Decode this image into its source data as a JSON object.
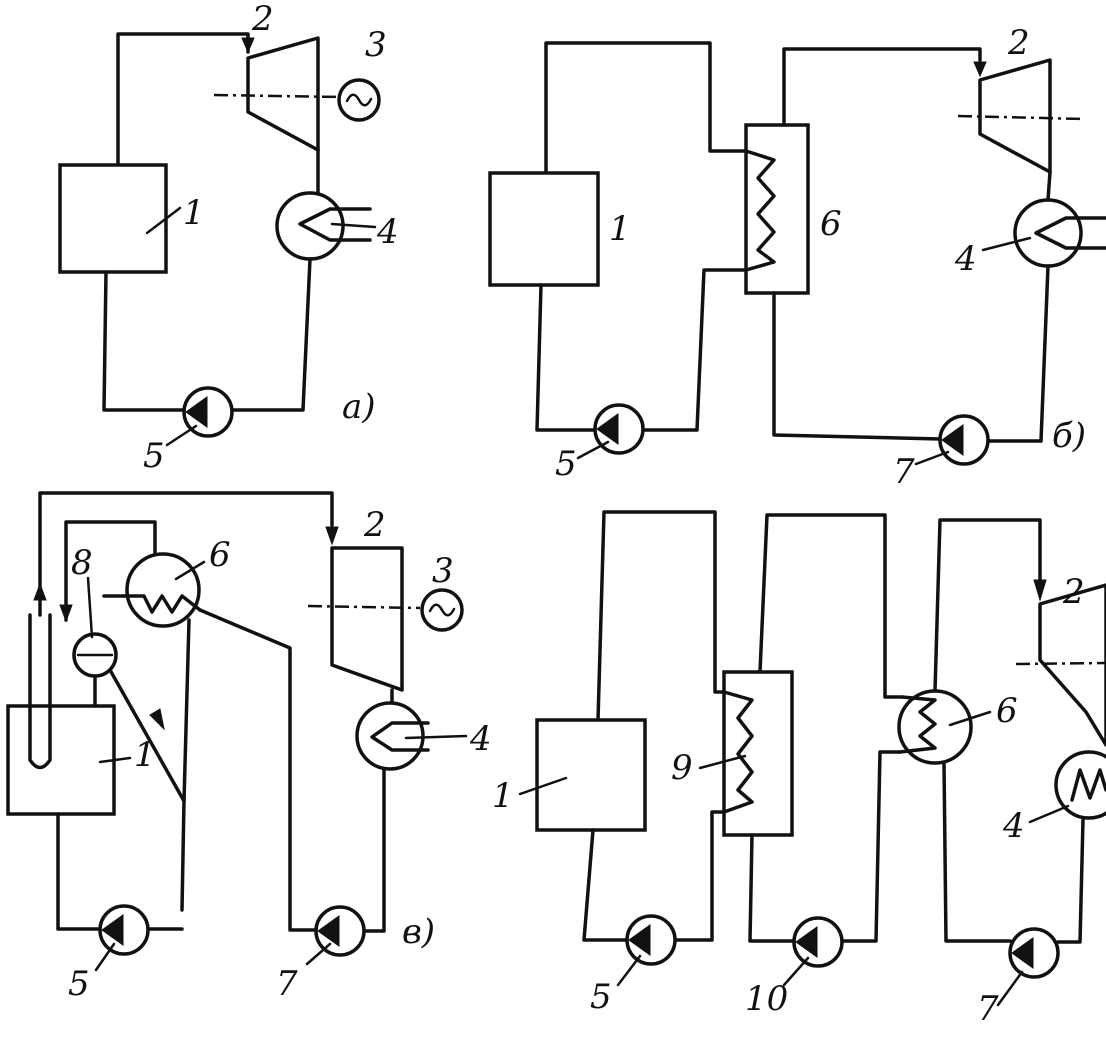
{
  "subfigures": {
    "a": {
      "tag": "а)",
      "labels": {
        "n1": "1",
        "n2": "2",
        "n3": "3",
        "n4": "4",
        "n5": "5"
      }
    },
    "b": {
      "tag": "б)",
      "labels": {
        "n1": "1",
        "n2": "2",
        "n4": "4",
        "n5": "5",
        "n6": "6",
        "n7": "7"
      }
    },
    "c": {
      "tag": "в)",
      "labels": {
        "n1": "1",
        "n2": "2",
        "n3": "3",
        "n4": "4",
        "n5": "5",
        "n6": "6",
        "n7": "7",
        "n8": "8"
      }
    },
    "d": {
      "labels": {
        "n1": "1",
        "n2": "2",
        "n4": "4",
        "n5": "5",
        "n6": "6",
        "n7": "7",
        "n9": "9",
        "n10": "10"
      }
    }
  }
}
